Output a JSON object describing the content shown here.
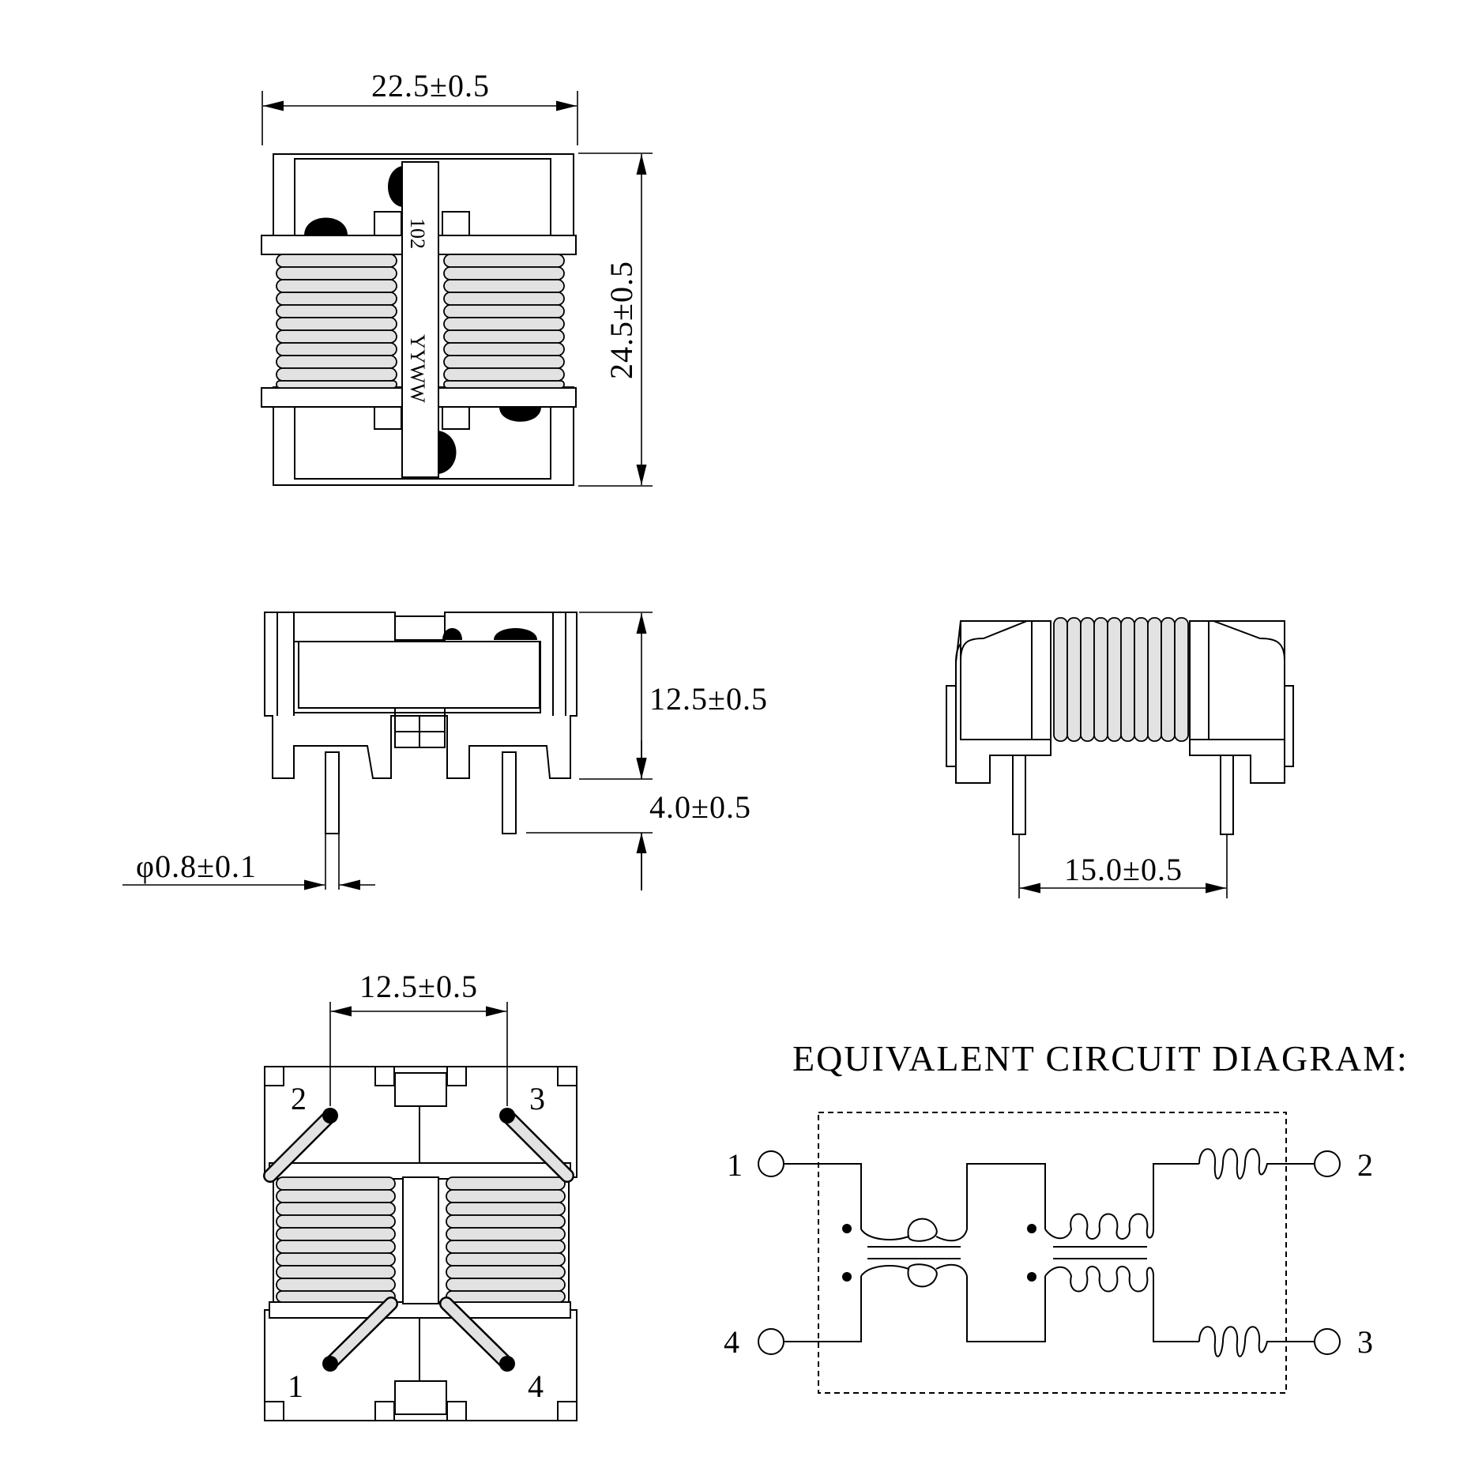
{
  "dimensions": {
    "top_width": "22.5±0.5",
    "top_height": "24.5±0.5",
    "body_height": "12.5±0.5",
    "lead_length": "4.0±0.5",
    "lead_diameter": "φ0.8±0.1",
    "pin_spacing_side": "15.0±0.5",
    "pin_spacing_bottom": "12.5±0.5"
  },
  "marking": {
    "value": "102",
    "date_code": "YYWW"
  },
  "bottom_view_pins": {
    "tl": "2",
    "tr": "3",
    "bl": "1",
    "br": "4"
  },
  "circuit": {
    "title": "EQUIVALENT CIRCUIT DIAGRAM:",
    "pins": {
      "left_top": "1",
      "left_bottom": "4",
      "right_top": "2",
      "right_bottom": "3"
    }
  },
  "colors": {
    "line": "#000000",
    "winding_fill": "#e2e2e2",
    "background": "#ffffff"
  }
}
